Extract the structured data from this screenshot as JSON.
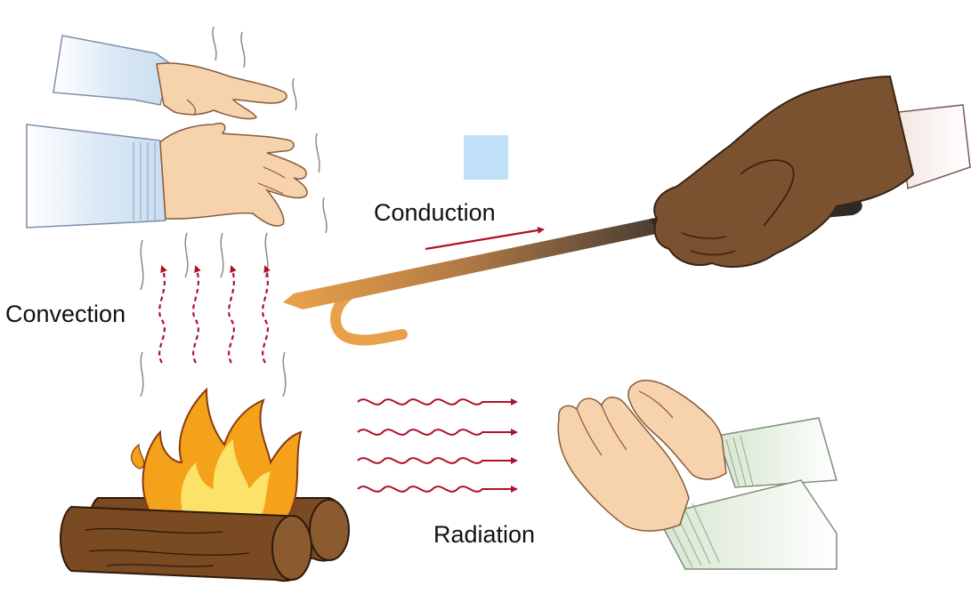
{
  "labels": {
    "conduction": "Conduction",
    "convection": "Convection",
    "radiation": "Radiation"
  },
  "colors": {
    "arrow": "#b0102a",
    "flame_outer": "#f4a21a",
    "flame_inner": "#fde26a",
    "log": "#7a4a22",
    "glove": "#7b5230",
    "skin": "#f6d3ad",
    "sleeve_blue": "#d6e6f4",
    "sleeve_green": "#e2ecdc",
    "rod_hot": "#e8a14a",
    "rod_cold": "#3c3530",
    "marker_square": "#bfe0f7"
  },
  "icons": [
    "hand-icon",
    "fire-icon",
    "log-icon",
    "glove-icon",
    "rod-icon",
    "wavy-arrow-icon",
    "straight-arrow-icon"
  ]
}
